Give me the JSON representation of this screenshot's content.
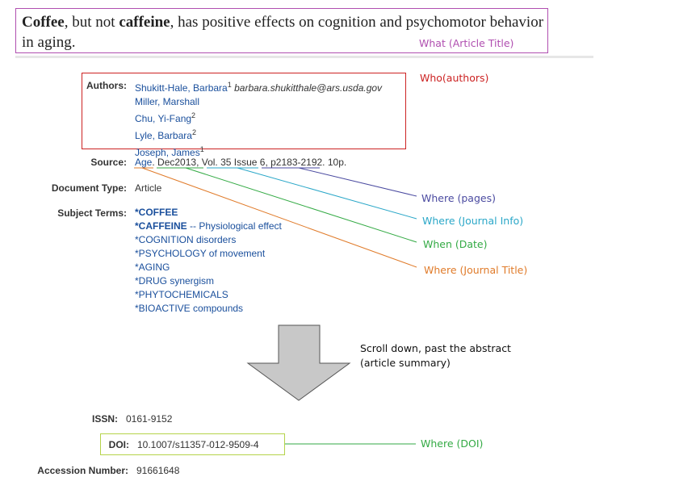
{
  "title": {
    "part1_bold": "Coffee",
    "part2": ", but not ",
    "part3_bold": "caffeine",
    "part4": ", has positive effects on cognition and psychomotor behavior in aging."
  },
  "annotations": {
    "title": "What (Article Title)",
    "authors": "Who(authors)",
    "pages": "Where (pages)",
    "journal_info": "Where (Journal Info)",
    "date": "When (Date)",
    "journal_title": "Where (Journal Title)",
    "doi": "Where (DOI)",
    "scroll_line1": "Scroll down, past the abstract",
    "scroll_line2": "(article summary)"
  },
  "colors": {
    "title_box": "#b04fb0",
    "authors_box": "#cc2222",
    "pages": "#4a4aa0",
    "journal_info": "#2aa7c8",
    "date": "#33aa44",
    "journal_title": "#e07b2a",
    "doi": "#33aa44",
    "link": "#1a4f9c"
  },
  "record": {
    "authors_label": "Authors:",
    "authors": [
      {
        "name": "Shukitt-Hale, Barbara",
        "sup": "1",
        "email": "barbara.shukitthale@ars.usda.gov"
      },
      {
        "name": "Miller, Marshall",
        "sup": ""
      },
      {
        "name": "Chu, Yi-Fang",
        "sup": "2"
      },
      {
        "name": "Lyle, Barbara",
        "sup": "2"
      },
      {
        "name": "Joseph, James",
        "sup": "1"
      }
    ],
    "source_label": "Source:",
    "source_journal": "Age",
    "source_rest": ". Dec2013, Vol. 35 Issue 6, p2183-2192. 10p.",
    "doctype_label": "Document Type:",
    "doctype": "Article",
    "subjects_label": "Subject Terms:",
    "subjects": [
      {
        "bold": "*COFFEE",
        "rest": ""
      },
      {
        "bold": "*CAFFEINE",
        "rest": " -- Physiological effect"
      },
      {
        "bold": "",
        "rest": "*COGNITION disorders"
      },
      {
        "bold": "",
        "rest": "*PSYCHOLOGY of movement"
      },
      {
        "bold": "",
        "rest": "*AGING"
      },
      {
        "bold": "",
        "rest": "*DRUG synergism"
      },
      {
        "bold": "",
        "rest": "*PHYTOCHEMICALS"
      },
      {
        "bold": "",
        "rest": "*BIOACTIVE compounds"
      }
    ],
    "issn_label": "ISSN:",
    "issn": "0161-9152",
    "doi_label": "DOI:",
    "doi": "10.1007/s11357-012-9509-4",
    "accession_label": "Accession Number:",
    "accession": "91661648"
  }
}
